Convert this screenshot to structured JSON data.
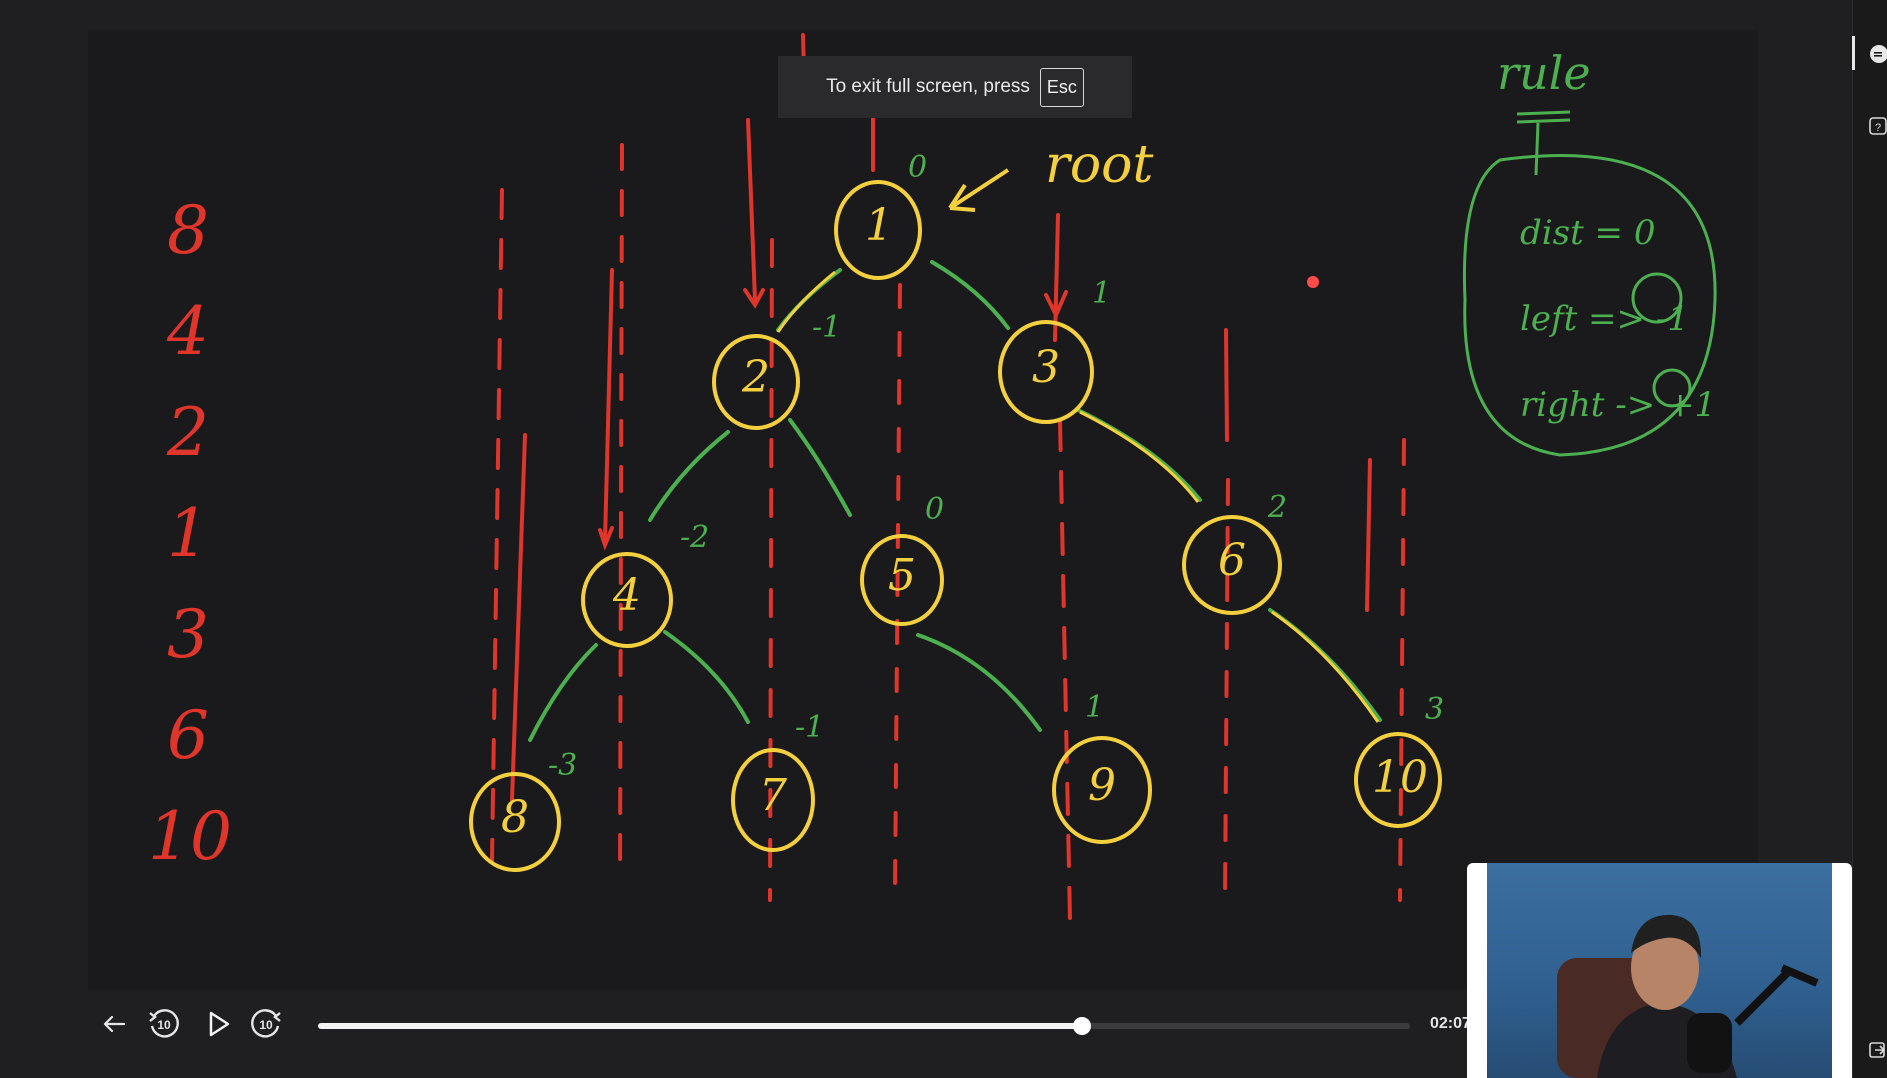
{
  "fullscreen_notice": {
    "text": "To exit full screen, press",
    "key": "Esc"
  },
  "player": {
    "time": "02:07",
    "progress": 0.7,
    "rewind_label": "10",
    "forward_label": "10",
    "back_icon": "arrow-left-icon",
    "play_icon": "play-icon"
  },
  "whiteboard": {
    "left_list": [
      "8",
      "4",
      "2",
      "1",
      "3",
      "6",
      "10"
    ],
    "root_label": "root",
    "rule_title": "rule",
    "rules": [
      "dist = 0",
      "left => -1",
      "right -> +1"
    ],
    "nodes": [
      "1",
      "2",
      "3",
      "4",
      "5",
      "6",
      "8",
      "7",
      "9",
      "10"
    ],
    "distances": [
      "0",
      "-1",
      "1",
      "-2",
      "0",
      "2",
      "-3",
      "-1",
      "1",
      "3"
    ],
    "colors": {
      "node": "#f4d03f",
      "lines": "#e0352b",
      "annotation": "#4caf50"
    }
  },
  "webcam": {
    "description_icon": "presenter-webcam"
  },
  "side_rail": {
    "icons": [
      "chat-icon",
      "help-icon",
      "exit-icon"
    ]
  }
}
